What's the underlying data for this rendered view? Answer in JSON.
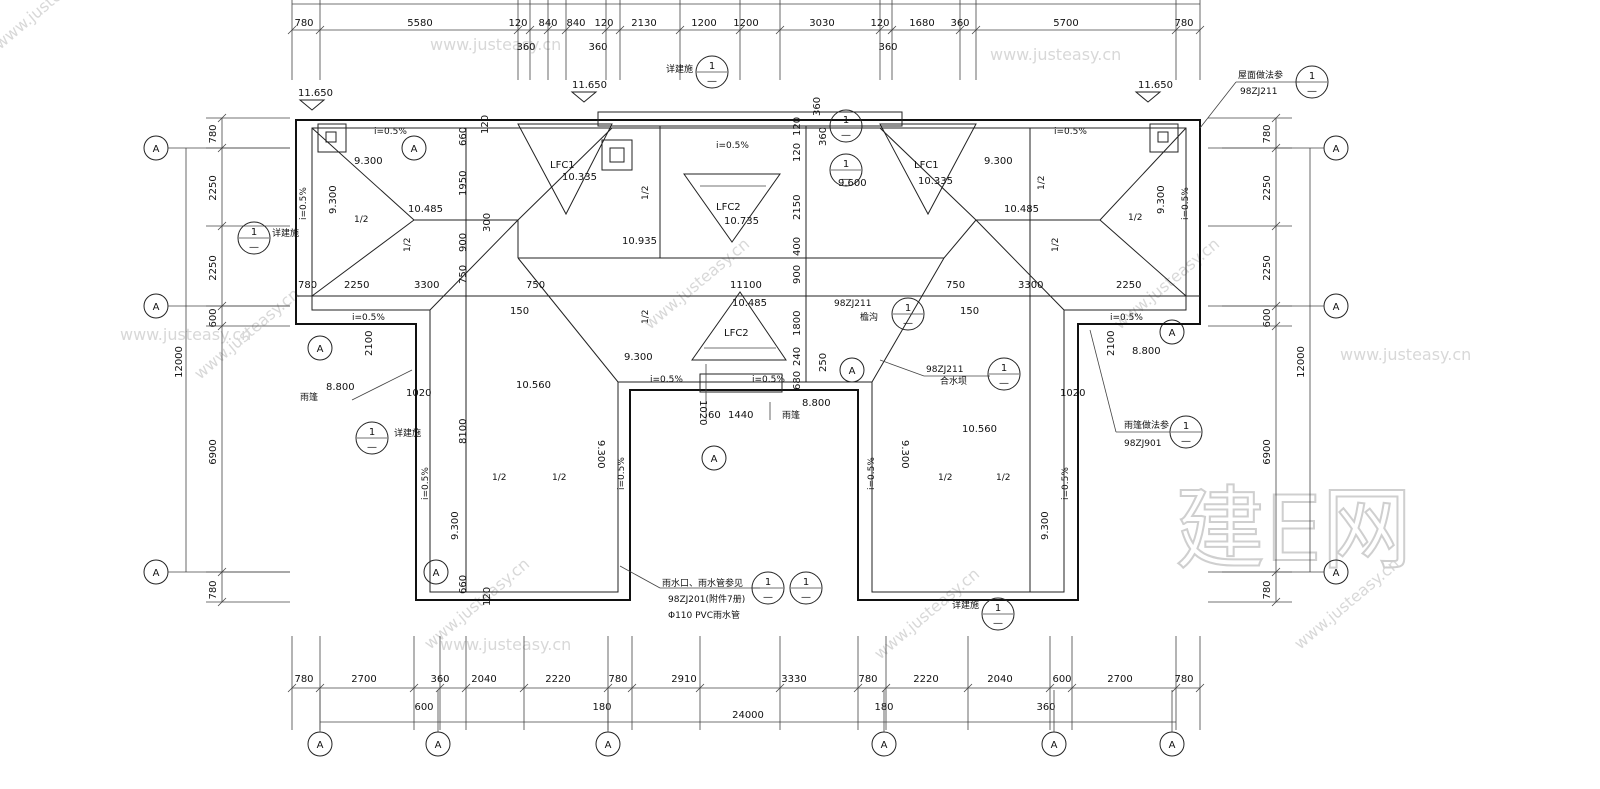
{
  "dims_top": [
    "780",
    "5580",
    "120",
    "840",
    "840",
    "120",
    "2130",
    "1200",
    "1200",
    "3030",
    "120",
    "1680",
    "360",
    "5700",
    "780"
  ],
  "dims_top_sub": [
    "360",
    "360",
    "360"
  ],
  "dims_bottom": [
    "780",
    "2700",
    "360",
    "2040",
    "2220",
    "780",
    "2910",
    "3330",
    "780",
    "2220",
    "2040",
    "600",
    "2700",
    "780"
  ],
  "dims_bottom_sub": [
    "600",
    "180",
    "180",
    "360"
  ],
  "dim_total": "24000",
  "dims_left": [
    "780",
    "2250",
    "2250",
    "600",
    "6900",
    "780"
  ],
  "dims_left_total": "12000",
  "dims_right": [
    "780",
    "2250",
    "2250",
    "600",
    "6900",
    "780"
  ],
  "dims_right_total": "12000",
  "axis_bubble": "A",
  "levels": {
    "l11650": "11.650",
    "l9300": "9.300",
    "l10335": "10.335",
    "l10735": "10.735",
    "l10485": "10.485",
    "l10935": "10.935",
    "l9600": "9.600",
    "l10560": "10.560",
    "l8800": "8.800"
  },
  "slopes": {
    "s05": "i=0.5%",
    "s12": "1/2"
  },
  "labels": {
    "lfc1": "LFC1",
    "lfc2": "LFC2",
    "detail": "详建施",
    "ref_98zj211": "98ZJ211",
    "ref_98zj901": "98ZJ901",
    "yupeng": "雨篷",
    "tanzhuo": "檐沟",
    "heshuiqiang": "合水坝",
    "note_rain": "雨水口、雨水管参见",
    "note_98zj201": "98ZJ201(附件7册)",
    "note_pvc": "Φ110 PVC雨水管",
    "note_eave": "雨篷做法参",
    "note_top": "屋面做法参",
    "bubble_num": "1",
    "bubble_dash": "—"
  },
  "inner_dims": {
    "d660": "660",
    "d120": "120",
    "d1950": "1950",
    "d300": "300",
    "d900": "900",
    "d750": "750",
    "d2250": "2250",
    "d3300": "3300",
    "d11100": "11100",
    "d150": "150",
    "d2100": "2100",
    "d1020": "1020",
    "d8100": "8100",
    "d1440": "1440",
    "d60": "60",
    "d360": "360",
    "d2150": "2150",
    "d1800": "1800",
    "d240": "240",
    "d250": "250",
    "d400": "400",
    "d680": "680"
  },
  "watermark": {
    "site": "www.justeasy.cn",
    "brand": "建E网"
  }
}
